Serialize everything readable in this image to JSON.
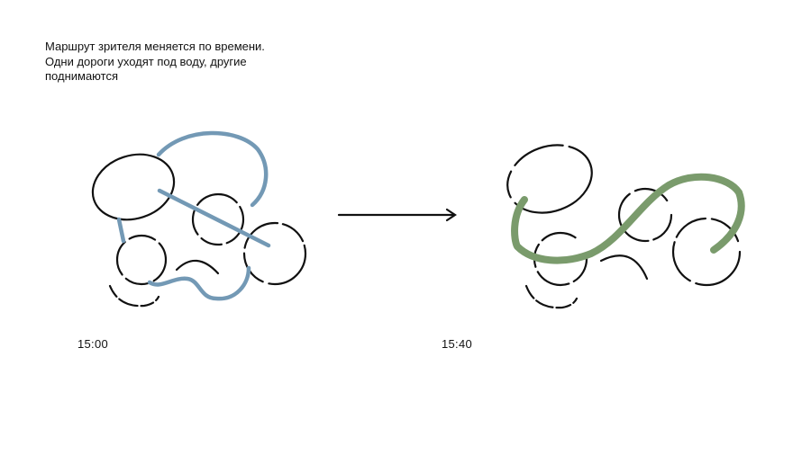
{
  "caption": {
    "line1": "Маршрут зрителя меняется по времени.",
    "line2": "Одни дороги уходят под воду, другие",
    "line3": "поднимаются"
  },
  "states": [
    {
      "time": "15:00",
      "route_color": "#7399b5"
    },
    {
      "time": "15:40",
      "route_color": "#7a9b6c"
    }
  ],
  "colors": {
    "road": "#111111",
    "arrow": "#111111"
  }
}
